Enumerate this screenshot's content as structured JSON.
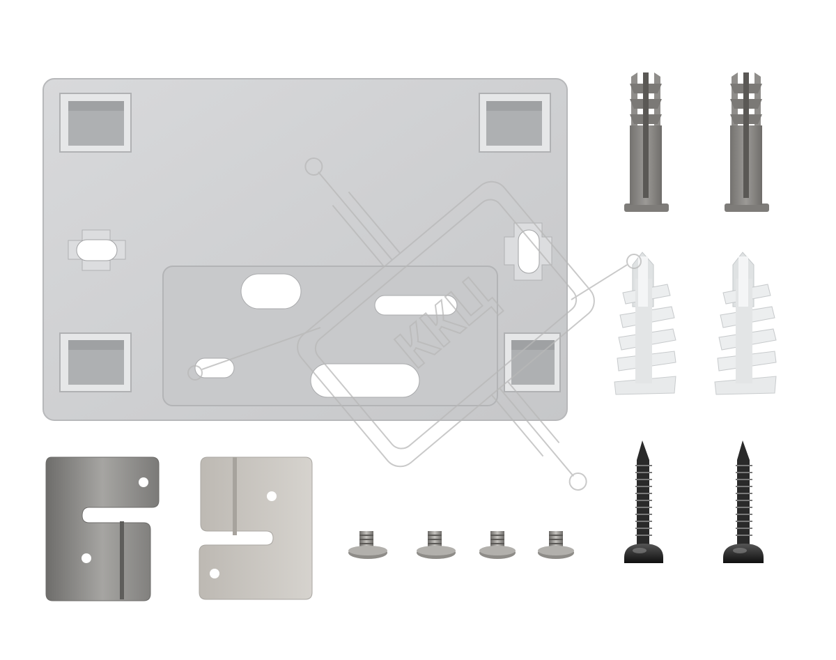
{
  "watermark": {
    "text": "ККЦ",
    "color": "#b8b8b8"
  },
  "colors": {
    "plate": "#cfd0d2",
    "plate_edge": "#a9aaad",
    "anchor": "#8c8b89",
    "drywall_anchor": "#e7e9ea",
    "bracket_dark": "#8f8e8c",
    "bracket_light": "#cdcac5",
    "screw_black": "#1e1e1e",
    "screw_metal": "#9d9b97"
  },
  "objects": [
    {
      "name": "mounting-plate"
    },
    {
      "name": "wall-plug"
    },
    {
      "name": "wall-plug"
    },
    {
      "name": "drywall-anchor"
    },
    {
      "name": "drywall-anchor"
    },
    {
      "name": "metal-bracket"
    },
    {
      "name": "metal-bracket"
    },
    {
      "name": "small-screw"
    },
    {
      "name": "small-screw"
    },
    {
      "name": "small-screw"
    },
    {
      "name": "small-screw"
    },
    {
      "name": "self-tapping-screw"
    },
    {
      "name": "self-tapping-screw"
    }
  ]
}
